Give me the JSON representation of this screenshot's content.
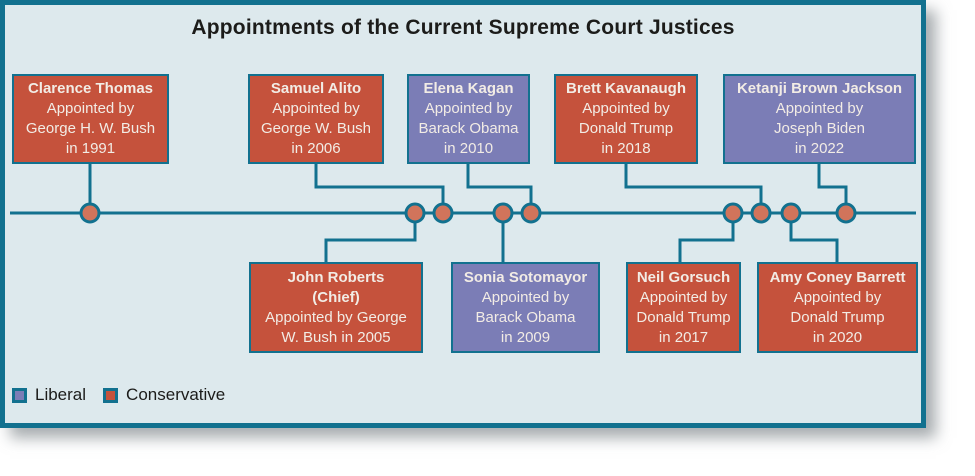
{
  "title": "Appointments of the Current Supreme Court Justices",
  "colors": {
    "line": "#12718f",
    "canvas": "#dde9ed",
    "conservative": "#c5523c",
    "liberal": "#7b7db6",
    "dot": "#d1745b",
    "titletext": "#1c1c1a",
    "boxtext": "#f2ece5"
  },
  "legend": {
    "items": [
      {
        "label": "Liberal",
        "party": "liberal"
      },
      {
        "label": "Conservative",
        "party": "conservative"
      }
    ]
  },
  "justices": [
    {
      "name_lines": [
        "Clarence Thomas"
      ],
      "detail_lines": [
        "Appointed by",
        "George H. W. Bush",
        "in 1991"
      ],
      "party": "conservative",
      "row": "top"
    },
    {
      "name_lines": [
        "Samuel Alito"
      ],
      "detail_lines": [
        "Appointed by",
        "George W. Bush",
        "in 2006"
      ],
      "party": "conservative",
      "row": "top"
    },
    {
      "name_lines": [
        "Elena Kagan"
      ],
      "detail_lines": [
        "Appointed by",
        "Barack Obama",
        "in 2010"
      ],
      "party": "liberal",
      "row": "top"
    },
    {
      "name_lines": [
        "Brett Kavanaugh"
      ],
      "detail_lines": [
        "Appointed by",
        "Donald Trump",
        "in 2018"
      ],
      "party": "conservative",
      "row": "top"
    },
    {
      "name_lines": [
        "Ketanji Brown Jackson"
      ],
      "detail_lines": [
        "Appointed by",
        "Joseph Biden",
        "in 2022"
      ],
      "party": "liberal",
      "row": "top"
    },
    {
      "name_lines": [
        "John Roberts",
        "(Chief)"
      ],
      "detail_lines": [
        "Appointed by George",
        "W. Bush in 2005"
      ],
      "party": "conservative",
      "row": "bottom"
    },
    {
      "name_lines": [
        "Sonia Sotomayor"
      ],
      "detail_lines": [
        "Appointed by",
        "Barack Obama",
        "in 2009"
      ],
      "party": "liberal",
      "row": "bottom"
    },
    {
      "name_lines": [
        "Neil Gorsuch"
      ],
      "detail_lines": [
        "Appointed by",
        "Donald Trump",
        "in 2017"
      ],
      "party": "conservative",
      "row": "bottom"
    },
    {
      "name_lines": [
        "Amy Coney Barrett"
      ],
      "detail_lines": [
        "Appointed by",
        "Donald Trump",
        "in 2020"
      ],
      "party": "conservative",
      "row": "bottom"
    }
  ]
}
